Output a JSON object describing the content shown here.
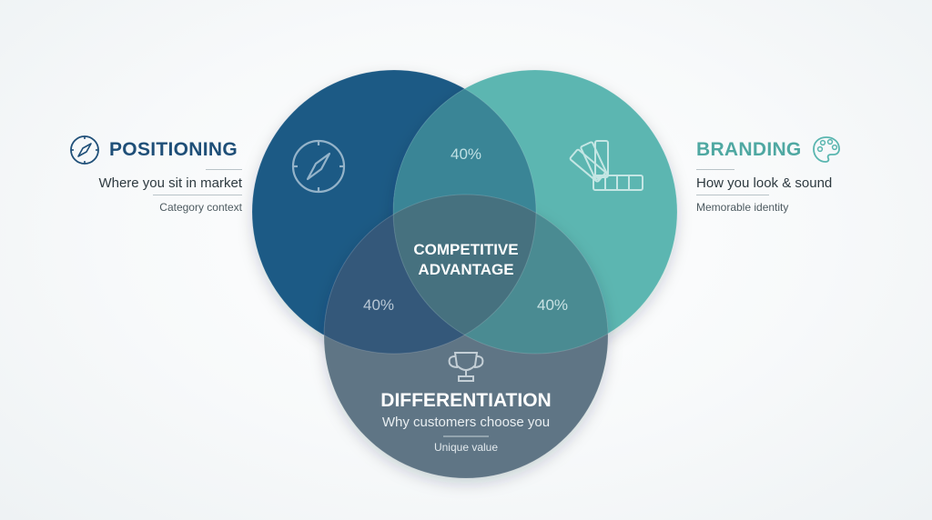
{
  "positioning": {
    "title": "POSITIONING",
    "subtitle": "Where you sit in market",
    "note": "Category context",
    "color": "#1f4f78",
    "icon": "compass-icon"
  },
  "branding": {
    "title": "BRANDING",
    "subtitle": "How you look & sound",
    "note": "Memorable identity",
    "color": "#5ab6b0",
    "icon": "palette-icon"
  },
  "differentiation": {
    "title": "DIFFERENTIATION",
    "subtitle": "Why customers choose you",
    "note": "Unique value",
    "color": "#5c7383",
    "icon": "trophy-icon"
  },
  "center": {
    "line1": "COMPETITIVE",
    "line2": "ADVANTAGE"
  },
  "overlaps": {
    "positioning_branding": "40%",
    "positioning_differentiation": "40%",
    "branding_differentiation": "40%"
  }
}
